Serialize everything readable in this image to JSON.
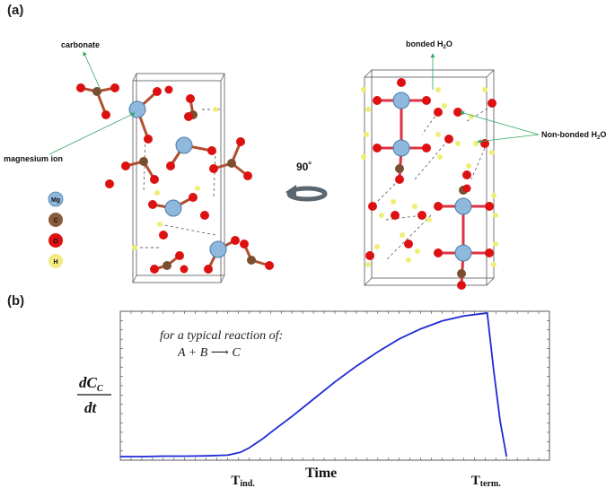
{
  "panels": {
    "a_label": "(a)",
    "b_label": "(b)"
  },
  "structure": {
    "labels": {
      "carbonate": "carbonate",
      "magnesium_ion": "magnesium ion",
      "bonded_h2o": "bonded H",
      "bonded_h2o_sub": "2",
      "bonded_h2o_tail": "O",
      "nonbonded_h2o": "Non-bonded H",
      "nonbonded_h2o_sub": "2",
      "nonbonded_h2o_tail": "O"
    },
    "rotation_label": "90˚",
    "legend": [
      {
        "symbol": "Mg",
        "color": "#8fb8dd"
      },
      {
        "symbol": "C",
        "color": "#8a5a3c"
      },
      {
        "symbol": "O",
        "color": "#dd1111"
      },
      {
        "symbol": "H",
        "color": "#f3ea80"
      }
    ],
    "colors": {
      "mg": "#8fb8dd",
      "c": "#7a4e30",
      "o": "#dd1111",
      "h": "#eeee77",
      "arrow": "#2fa860"
    }
  },
  "chart_data": {
    "type": "line",
    "ylabel": "dC_C/dt",
    "ylabel_parts": {
      "num": "dC",
      "num_sub": "C",
      "den": "dt"
    },
    "xlabel": "Time",
    "x_ticks": [
      {
        "label": "T",
        "sub": "ind.",
        "x": 0.3
      },
      {
        "label": "T",
        "sub": "term.",
        "x": 0.855
      }
    ],
    "annotation": {
      "line1": "for a typical reaction of:",
      "line2": "A + B ⟶ C"
    },
    "xlim": [
      0,
      1
    ],
    "ylim": [
      0,
      1
    ],
    "series": [
      {
        "color": "#1f2ad6",
        "points": [
          [
            0.0,
            0.0
          ],
          [
            0.05,
            0.0
          ],
          [
            0.1,
            0.003
          ],
          [
            0.15,
            0.003
          ],
          [
            0.2,
            0.005
          ],
          [
            0.25,
            0.01
          ],
          [
            0.28,
            0.03
          ],
          [
            0.3,
            0.06
          ],
          [
            0.33,
            0.12
          ],
          [
            0.36,
            0.19
          ],
          [
            0.4,
            0.28
          ],
          [
            0.45,
            0.4
          ],
          [
            0.5,
            0.52
          ],
          [
            0.55,
            0.63
          ],
          [
            0.6,
            0.73
          ],
          [
            0.65,
            0.82
          ],
          [
            0.7,
            0.89
          ],
          [
            0.75,
            0.945
          ],
          [
            0.8,
            0.98
          ],
          [
            0.84,
            0.995
          ],
          [
            0.855,
            1.0
          ],
          [
            0.87,
            0.6
          ],
          [
            0.885,
            0.25
          ],
          [
            0.9,
            0.0
          ]
        ]
      }
    ]
  }
}
